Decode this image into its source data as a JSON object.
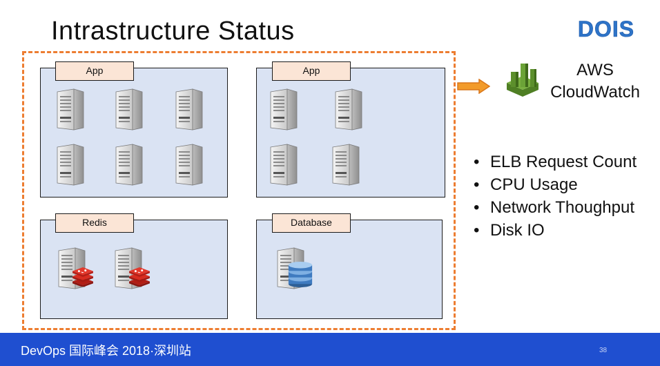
{
  "slide": {
    "title": "Intrastructure Status",
    "logo_text": "DOIS"
  },
  "panels": {
    "app1": {
      "label": "App"
    },
    "app2": {
      "label": "App"
    },
    "redis": {
      "label": "Redis"
    },
    "database": {
      "label": "Database"
    }
  },
  "cloudwatch": {
    "line1": "AWS",
    "line2": "CloudWatch"
  },
  "metrics": [
    "ELB Request Count",
    "CPU Usage",
    "Network Thoughput",
    "Disk IO"
  ],
  "footer": {
    "event": "DevOps 国际峰会 2018·深圳站",
    "page_number": "38"
  },
  "colors": {
    "dashed_border": "#ed7d31",
    "panel_fill": "#dae3f3",
    "tag_fill": "#fbe5d6",
    "footer_bg": "#1f4fd0",
    "logo": "#2e74c8",
    "redis": "#d82c20",
    "cloudwatch": "#6b9e3a"
  }
}
